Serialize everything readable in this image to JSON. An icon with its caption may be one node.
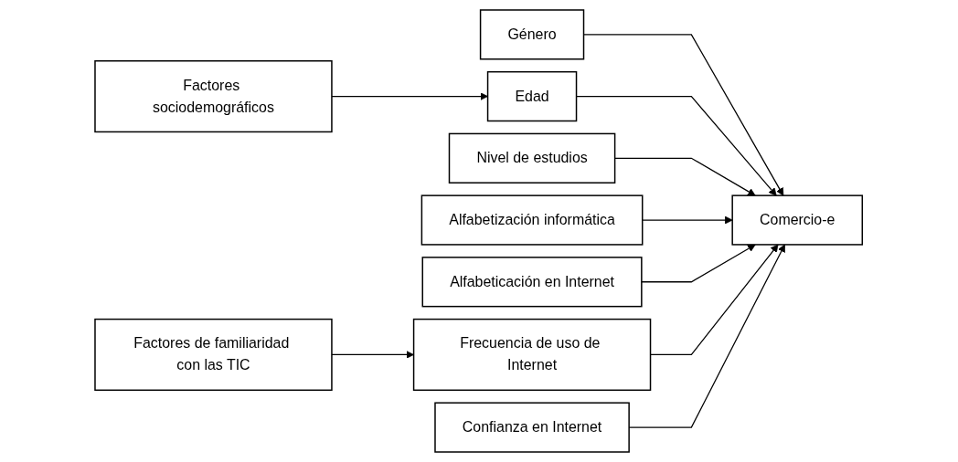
{
  "diagram": {
    "nodes": [
      {
        "text": [
          "Factores sociodemográficos"
        ]
      },
      {
        "text": [
          "Género"
        ]
      },
      {
        "text": [
          "Edad"
        ]
      },
      {
        "text": [
          "Nivel de estudios"
        ]
      },
      {
        "text": [
          "Alfabetización informática"
        ]
      },
      {
        "text": [
          "Alfabeticación en Internet"
        ]
      },
      {
        "text": [
          "Frecuencia de uso de Internet"
        ]
      },
      {
        "text": [
          "Confianza en Internet"
        ]
      },
      {
        "text": [
          "Factores de familiaridad con las TIC"
        ]
      },
      {
        "text": [
          "Comercio-e"
        ]
      }
    ],
    "edges": [
      {
        "from": 0,
        "to": 2,
        "arrow": "to"
      },
      {
        "from": 8,
        "to": 6,
        "arrow": "to"
      },
      {
        "from": 1,
        "to": 9,
        "arrow": "to"
      },
      {
        "from": 2,
        "to": 9,
        "arrow": "to"
      },
      {
        "from": 3,
        "to": 9,
        "arrow": "to"
      },
      {
        "from": 4,
        "to": 9,
        "arrow": "to"
      },
      {
        "from": 5,
        "to": 9,
        "arrow": "to"
      },
      {
        "from": 6,
        "to": 9,
        "arrow": "to"
      },
      {
        "from": 7,
        "to": 9,
        "arrow": "to"
      }
    ]
  }
}
